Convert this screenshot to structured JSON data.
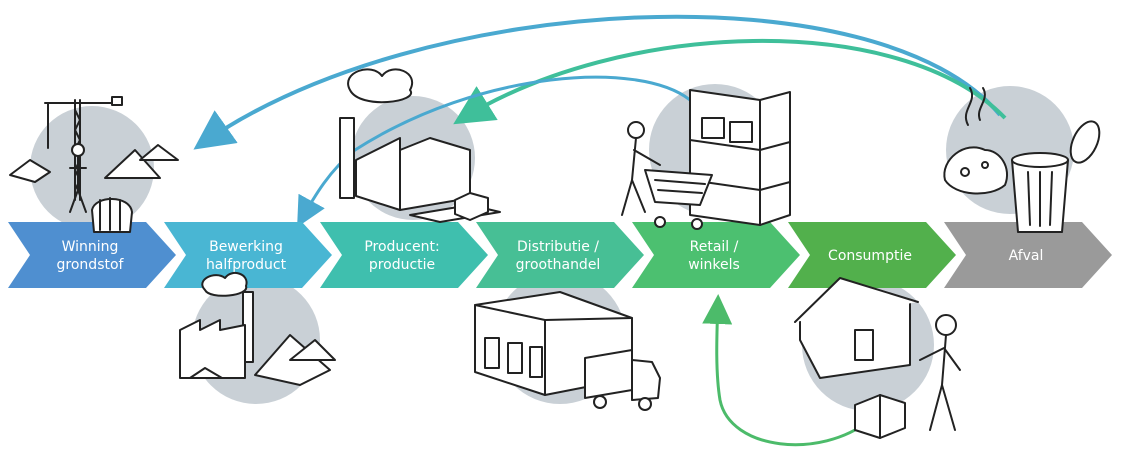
{
  "stages": [
    {
      "id": "winning",
      "line1": "Winning",
      "line2": "grondstof",
      "color": "#4f8fd0"
    },
    {
      "id": "bewerking",
      "line1": "Bewerking",
      "line2": "halfproduct",
      "color": "#49b6d3"
    },
    {
      "id": "producent",
      "line1": "Producent:",
      "line2": "productie",
      "color": "#3fbfae"
    },
    {
      "id": "distributie",
      "line1": "Distributie /",
      "line2": "groothandel",
      "color": "#47bf95"
    },
    {
      "id": "retail",
      "line1": "Retail /",
      "line2": "winkels",
      "color": "#4cc070"
    },
    {
      "id": "consumptie",
      "line1": "Consumptie",
      "line2": "",
      "color": "#52b04c"
    },
    {
      "id": "afval",
      "line1": "Afval",
      "line2": "",
      "color": "#9a9a9a"
    }
  ],
  "colors": {
    "arrow_blue": "#4aa9d0",
    "arrow_teal": "#3fbf9a",
    "arrow_green": "#4cbb6a",
    "disc_grey": "#c9d0d6"
  }
}
